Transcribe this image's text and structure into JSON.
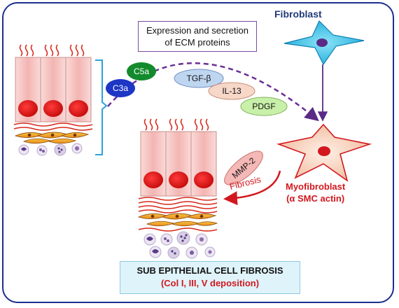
{
  "diagram": {
    "ecm_box_line1": "Expression and secretion",
    "ecm_box_line2": "of ECM proteins",
    "fibroblast_label": "Fibroblast",
    "myofibroblast_line1": "Myofibroblast",
    "myofibroblast_line2": "(α SMC actin)",
    "mediators": {
      "c3a": "C3a",
      "c5a": "C5a",
      "tgf_b": "TGF-β",
      "il13": "IL-13",
      "pdgf": "PDGF",
      "mmp2": "MMP-2"
    },
    "fibrosis_label": "Fibrosis",
    "bottom_title": "SUB EPITHELIAL CELL FIBROSIS",
    "bottom_subtitle": "(Col I, III, V deposition)"
  },
  "colors": {
    "frame": "#1c2f8e",
    "epithelium": "#f6c9c6",
    "nucleus": "#e01b1b",
    "fiber": "#d8291c",
    "fibroblast": "#34c3e8",
    "myofibroblast": "#f8d6c0",
    "c3a": "#1d36c4",
    "c5a": "#138a2c",
    "tgf": "#bfd6f0",
    "il13": "#f6d7c8",
    "pdgf": "#c9f0a9",
    "mmp2": "#f4b8b6",
    "arrow_dashed": "#6a2f96",
    "arrow_red": "#d2181e"
  }
}
